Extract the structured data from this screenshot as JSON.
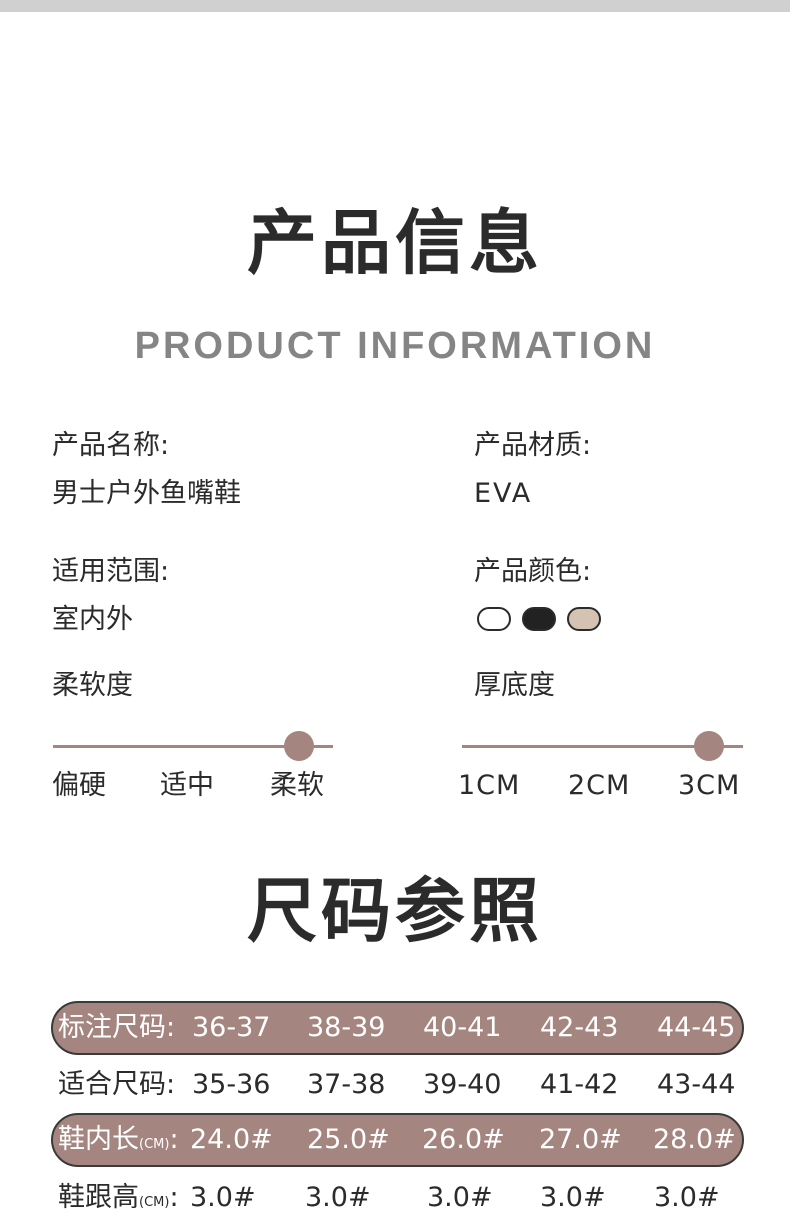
{
  "header": {
    "title": "产品信息",
    "subtitle": "PRODUCT INFORMATION"
  },
  "info": {
    "name_label": "产品名称:",
    "name_value": "男士户外鱼嘴鞋",
    "material_label": "产品材质:",
    "material_value": "EVA",
    "scope_label": "适用范围:",
    "scope_value": "室内外",
    "color_label": "产品颜色:",
    "color_swatches": [
      {
        "name": "white",
        "hex": "#ffffff"
      },
      {
        "name": "black",
        "hex": "#222222"
      },
      {
        "name": "beige",
        "hex": "#d4c3b2"
      }
    ]
  },
  "softness": {
    "label": "柔软度",
    "options": [
      "偏硬",
      "适中",
      "柔软"
    ],
    "selected_index": 2
  },
  "sole": {
    "label": "厚底度",
    "options": [
      "1CM",
      "2CM",
      "3CM"
    ],
    "selected_index": 2
  },
  "size_chart": {
    "title": "尺码参照",
    "rows": [
      {
        "label": "标注尺码:",
        "unit": "",
        "values": [
          "36-37",
          "38-39",
          "40-41",
          "42-43",
          "44-45"
        ]
      },
      {
        "label": "适合尺码:",
        "unit": "",
        "values": [
          "35-36",
          "37-38",
          "39-40",
          "41-42",
          "43-44"
        ]
      },
      {
        "label": "鞋内长",
        "unit": "(CM)",
        "suffix": ":",
        "values": [
          "24.0#",
          "25.0#",
          "26.0#",
          "27.0#",
          "28.0#"
        ]
      },
      {
        "label": "鞋跟高",
        "unit": "(CM)",
        "suffix": ":",
        "values": [
          "3.0#",
          "3.0#",
          "3.0#",
          "3.0#",
          "3.0#"
        ]
      }
    ]
  },
  "colors": {
    "accent": "#a48580",
    "text": "#2b2b2b",
    "subtitle": "#858585"
  }
}
